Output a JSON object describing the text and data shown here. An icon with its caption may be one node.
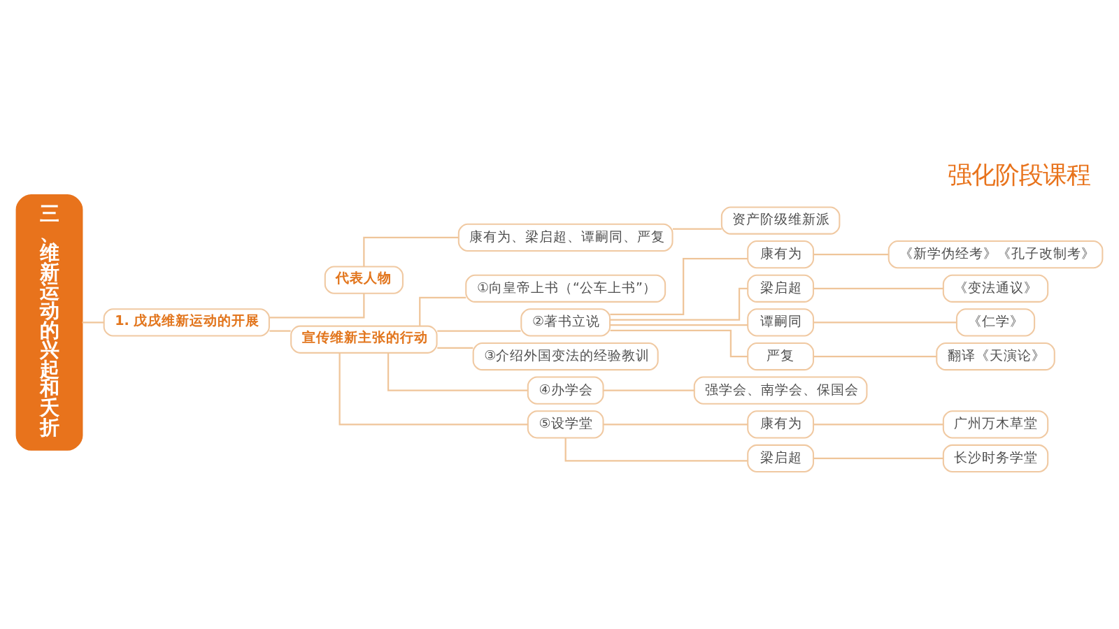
{
  "diagram": {
    "title": "强化阶段课程",
    "nodes": [
      {
        "text": [
          "三、维新运动的兴起和夭折"
        ]
      },
      {
        "text": [
          "1. 戊戌维新运动的开展"
        ]
      },
      {
        "text": [
          "代表人物"
        ]
      },
      {
        "text": [
          "康有为、梁启超、谭嗣同、严复"
        ]
      },
      {
        "text": [
          "资产阶级维新派"
        ]
      },
      {
        "text": [
          "宣传维新主张的行动"
        ]
      },
      {
        "text": [
          "①向皇帝上书（“公车上书”）"
        ]
      },
      {
        "text": [
          "②著书立说"
        ]
      },
      {
        "text": [
          "康有为"
        ]
      },
      {
        "text": [
          "《新学伪经考》《孔子改制考》"
        ]
      },
      {
        "text": [
          "梁启超"
        ]
      },
      {
        "text": [
          "《变法通议》"
        ]
      },
      {
        "text": [
          "谭嗣同"
        ]
      },
      {
        "text": [
          "《仁学》"
        ]
      },
      {
        "text": [
          "严复"
        ]
      },
      {
        "text": [
          "翻译《天演论》"
        ]
      },
      {
        "text": [
          "③介绍外国变法的经验教训"
        ]
      },
      {
        "text": [
          "④办学会"
        ]
      },
      {
        "text": [
          "强学会、南学会、保国会"
        ]
      },
      {
        "text": [
          "⑤设学堂"
        ]
      },
      {
        "text": [
          "康有为"
        ]
      },
      {
        "text": [
          "广州万木草堂"
        ]
      },
      {
        "text": [
          "梁启超"
        ]
      },
      {
        "text": [
          "长沙时务学堂"
        ]
      }
    ],
    "edges": [
      {
        "from": 0,
        "to": 1,
        "arrow": "none"
      },
      {
        "from": 1,
        "to": 2,
        "arrow": "none"
      },
      {
        "from": 2,
        "to": 3,
        "arrow": "none"
      },
      {
        "from": 3,
        "to": 4,
        "arrow": "none"
      },
      {
        "from": 1,
        "to": 5,
        "arrow": "none"
      },
      {
        "from": 5,
        "to": 6,
        "arrow": "none"
      },
      {
        "from": 5,
        "to": 7,
        "arrow": "none"
      },
      {
        "from": 7,
        "to": 8,
        "arrow": "none"
      },
      {
        "from": 8,
        "to": 9,
        "arrow": "none"
      },
      {
        "from": 7,
        "to": 10,
        "arrow": "none"
      },
      {
        "from": 10,
        "to": 11,
        "arrow": "none"
      },
      {
        "from": 7,
        "to": 12,
        "arrow": "none"
      },
      {
        "from": 12,
        "to": 13,
        "arrow": "none"
      },
      {
        "from": 7,
        "to": 14,
        "arrow": "none"
      },
      {
        "from": 14,
        "to": 15,
        "arrow": "none"
      },
      {
        "from": 5,
        "to": 16,
        "arrow": "none"
      },
      {
        "from": 5,
        "to": 17,
        "arrow": "none"
      },
      {
        "from": 17,
        "to": 18,
        "arrow": "none"
      },
      {
        "from": 5,
        "to": 19,
        "arrow": "none"
      },
      {
        "from": 19,
        "to": 20,
        "arrow": "none"
      },
      {
        "from": 20,
        "to": 21,
        "arrow": "none"
      },
      {
        "from": 19,
        "to": 22,
        "arrow": "none"
      },
      {
        "from": 22,
        "to": 23,
        "arrow": "none"
      }
    ]
  }
}
